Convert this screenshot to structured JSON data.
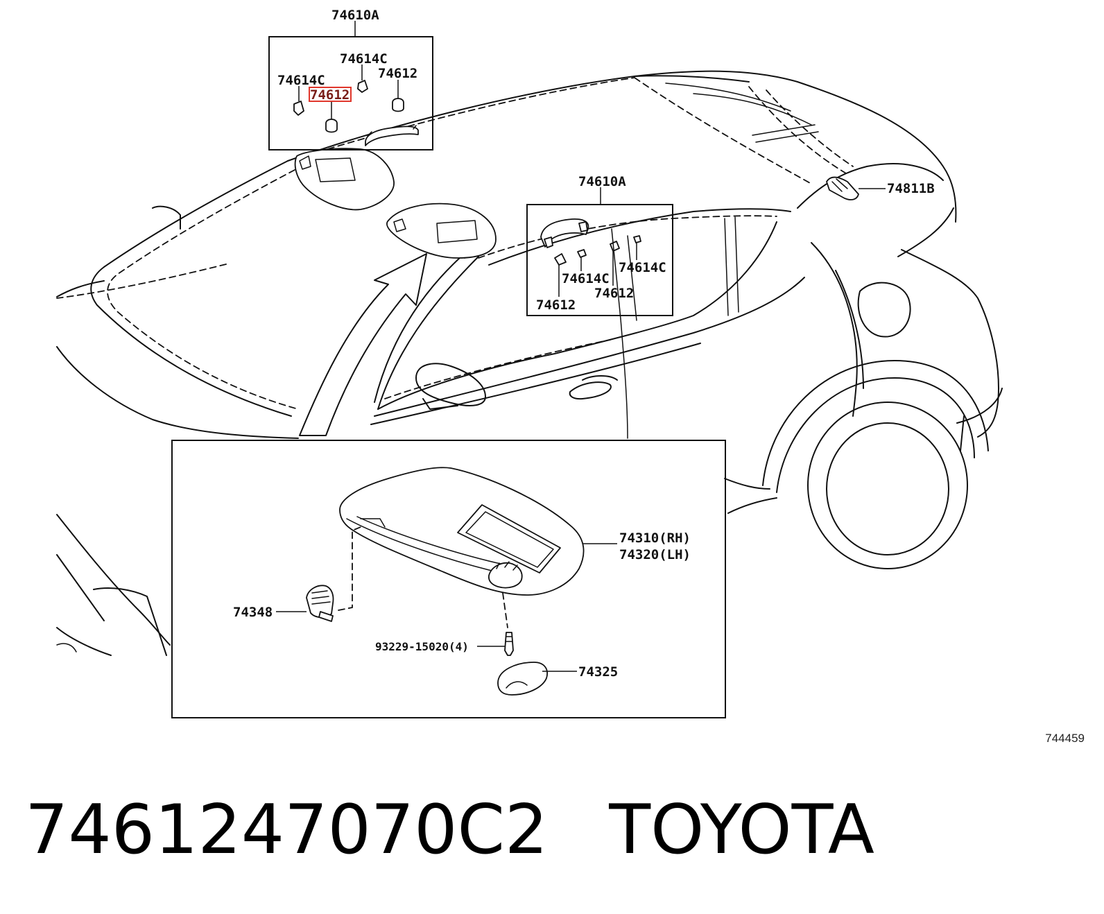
{
  "callouts": {
    "top_group_title": "74610A",
    "top_74614c_upper": "74614C",
    "top_74612_upper": "74612",
    "top_74614c_left": "74614C",
    "top_74612_highlight": "74612",
    "mid_group_title": "74610A",
    "mid_74614c_right": "74614C",
    "mid_74614c_center": "74614C",
    "mid_74612_center": "74612",
    "mid_74612_left": "74612",
    "rear_74811b": "74811B",
    "visor_rh": "74310(RH)",
    "visor_lh": "74320(LH)",
    "holder_74348": "74348",
    "screw_93229": "93229-15020(4)",
    "cover_74325": "74325"
  },
  "diagram_id": "744459",
  "footer": {
    "part_number": "7461247070C2",
    "brand": "TOYOTA"
  },
  "colors": {
    "line": "#111111",
    "highlight": "#e0362b",
    "background": "#ffffff"
  }
}
